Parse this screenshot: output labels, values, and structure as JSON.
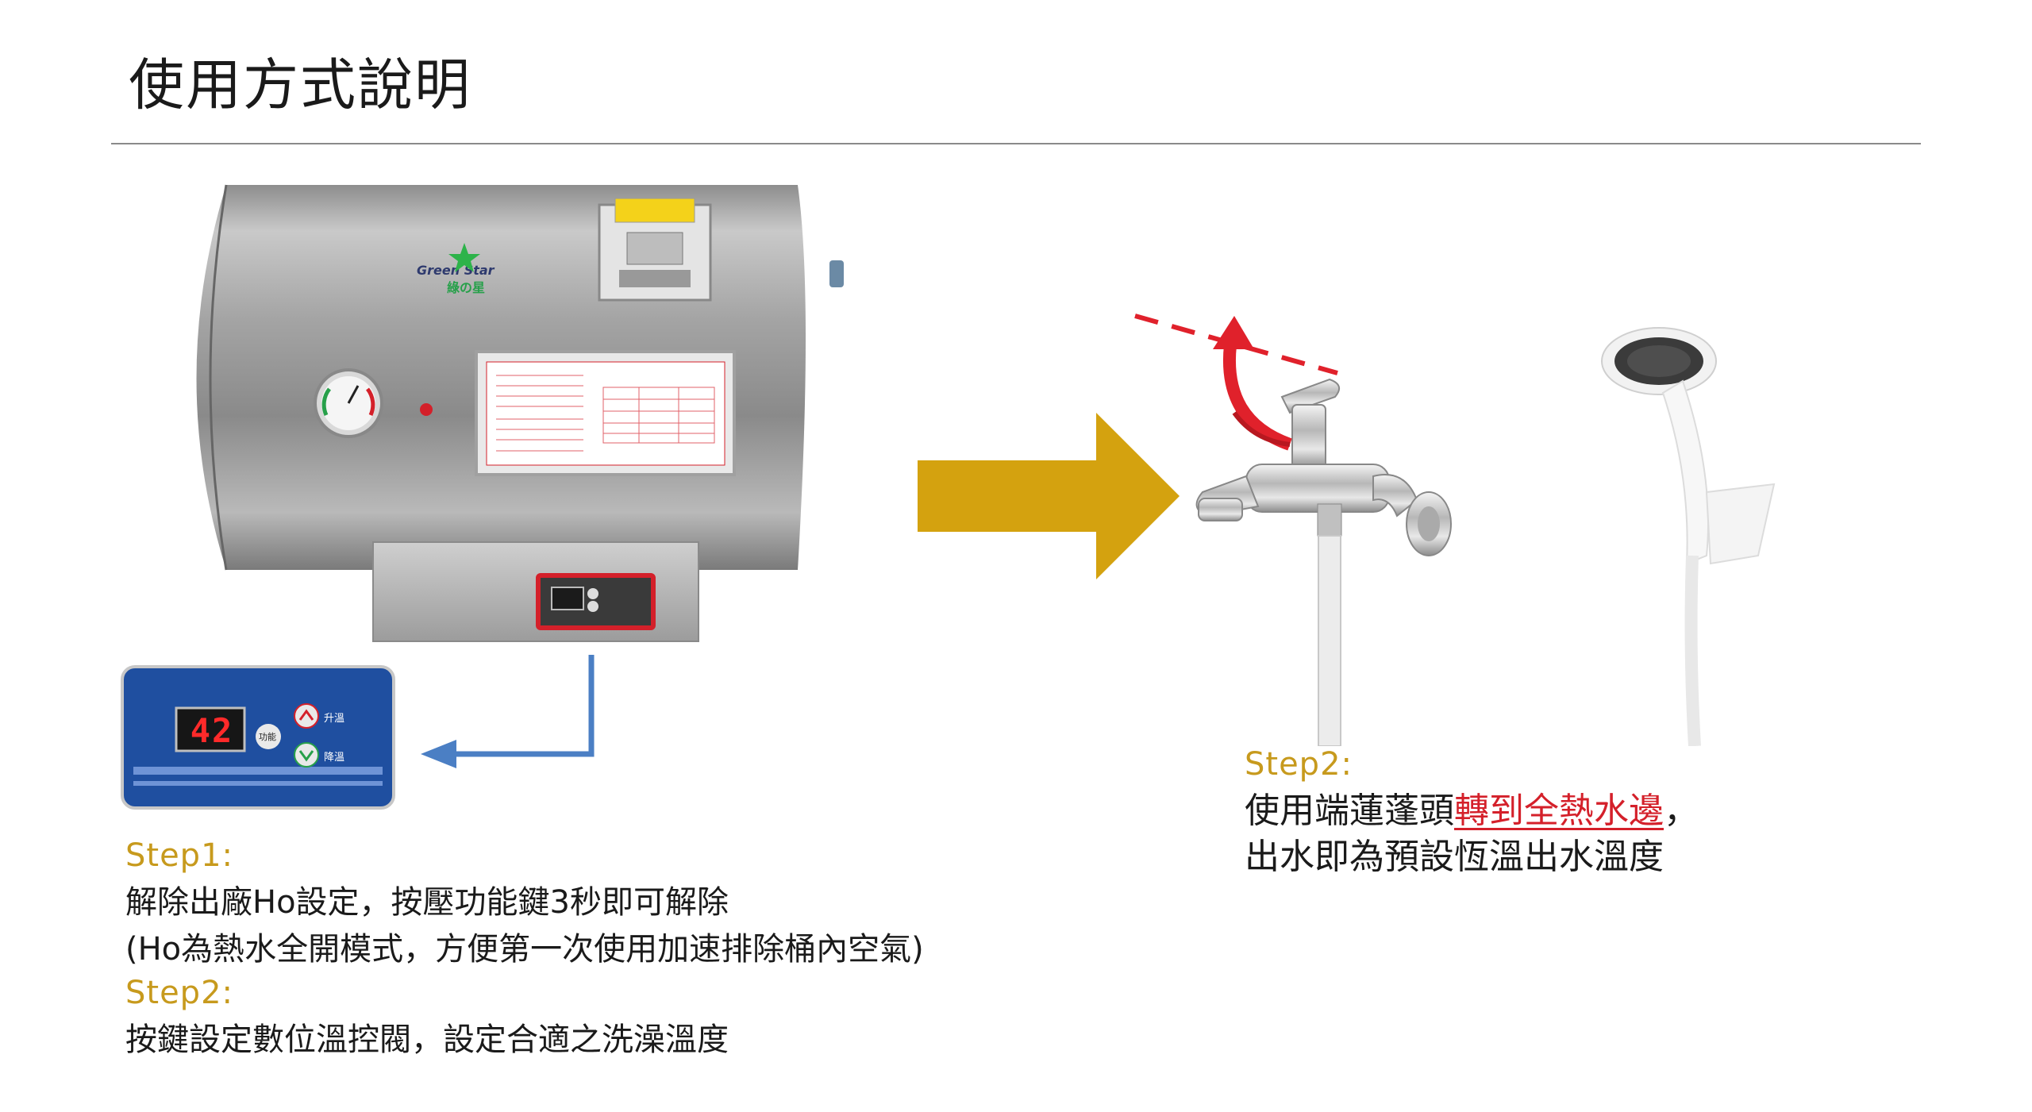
{
  "title": "使用方式說明",
  "heater": {
    "brand_en": "Green Star",
    "brand_zh": "綠の星"
  },
  "panel": {
    "display": "42",
    "func_label": "功能",
    "up_label": "升溫",
    "down_label": "降溫"
  },
  "left_steps": {
    "step1_label": "Step1:",
    "step1_line1": "解除出廠Ho設定，按壓功能鍵3秒即可解除",
    "step1_line2": "(Ho為熱水全開模式，方便第一次使用加速排除桶內空氣)",
    "step2_label": "Step2:",
    "step2_line1": "按鍵設定數位溫控閥，設定合適之洗澡溫度"
  },
  "right_step": {
    "label": "Step2:",
    "line1_pre": "使用端蓮蓬頭",
    "line1_red": "轉到全熱水邊",
    "line1_post": "，",
    "line2": "出水即為預設恆溫出水溫度"
  },
  "colors": {
    "gold_arrow": "#d4a20f",
    "step_label": "#c79a1d",
    "accent_red": "#d4202a",
    "blue_arrow": "#4b7fc4",
    "panel_blue": "#1f4fa0"
  },
  "icons": [
    "big-gold-arrow-icon",
    "blue-elbow-arrow-icon",
    "red-curved-arrow-icon",
    "up-arrow-icon",
    "down-arrow-icon"
  ]
}
